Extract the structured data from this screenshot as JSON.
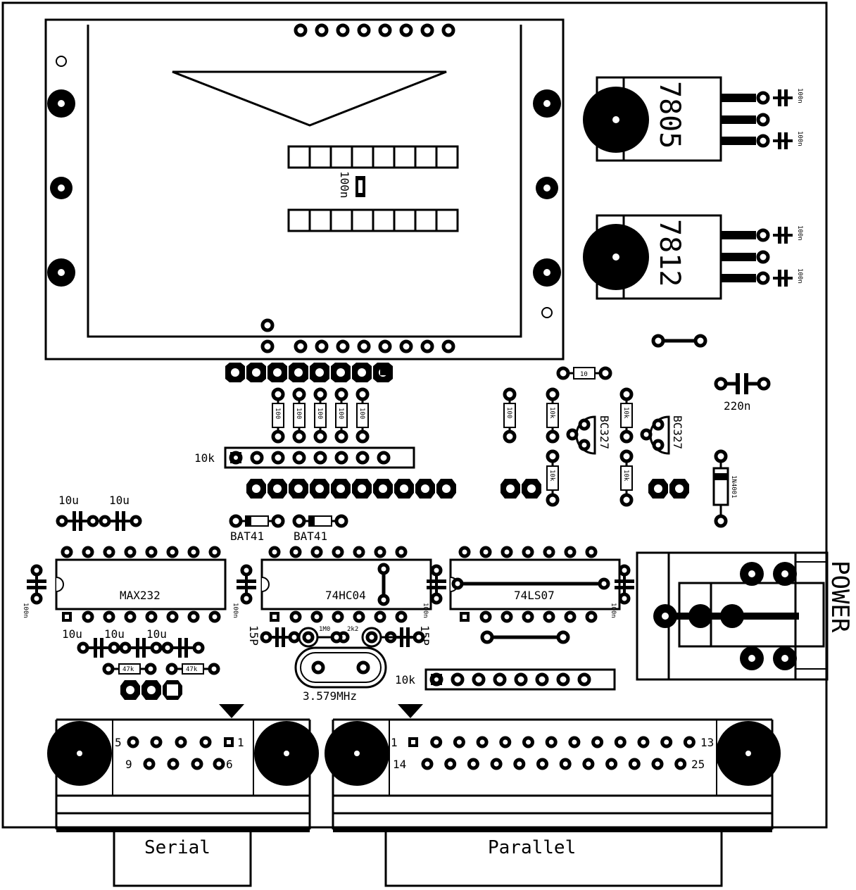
{
  "regulators": [
    {
      "label": "7805"
    },
    {
      "label": "7812"
    }
  ],
  "labels": {
    "cap_100n": "100n",
    "cap_10u": "10u",
    "cap_220n": "220n",
    "cap_15p": "15P",
    "res_100": "100",
    "res_10k": "10k",
    "res_10": "10",
    "res_47k": "47k",
    "res_1m0": "1M0",
    "res_2k2": "2k2",
    "diode_bat41": "BAT41",
    "diode_1n4001": "1N4001",
    "transistor_bc327": "BC327",
    "sip_10k": "10k",
    "crystal_freq": "3.579MHz",
    "power": "POWER"
  },
  "ics": [
    {
      "label": "MAX232"
    },
    {
      "label": "74HC04"
    },
    {
      "label": "74LS07"
    }
  ],
  "connectors": {
    "serial": {
      "label": "Serial",
      "pin_5": "5",
      "pin_1": "1",
      "pin_9": "9",
      "pin_6": "6"
    },
    "parallel": {
      "label": "Parallel",
      "pin_1": "1",
      "pin_13": "13",
      "pin_14": "14",
      "pin_25": "25"
    }
  }
}
